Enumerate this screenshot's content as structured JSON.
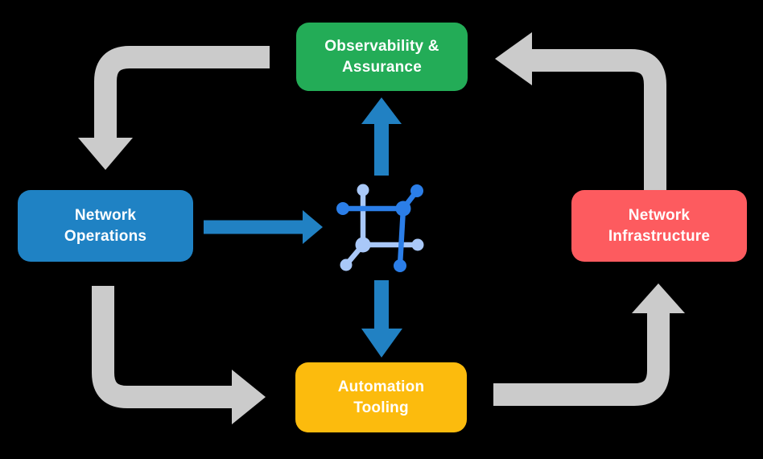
{
  "diagram": {
    "background_color": "#000000",
    "nodes": [
      {
        "id": "observability-assurance",
        "label": "Observability &\nAssurance",
        "color": "#23AC57"
      },
      {
        "id": "network-operations",
        "label": "Network\nOperations",
        "color": "#1F82C4"
      },
      {
        "id": "network-infrastructure",
        "label": "Network\nInfrastructure",
        "color": "#FD5B5F"
      },
      {
        "id": "automation-tooling",
        "label": "Automation\nTooling",
        "color": "#FCBB0D"
      }
    ],
    "center_icon": {
      "name": "network-nodes-icon",
      "dark_blue": "#2B7EE8",
      "light_blue": "#A9C8F8"
    },
    "arrows": [
      {
        "from": "observability-assurance",
        "to": "network-operations",
        "color": "#CBCBCB"
      },
      {
        "from": "network-operations",
        "to": "automation-tooling",
        "color": "#CBCBCB"
      },
      {
        "from": "automation-tooling",
        "to": "network-infrastructure",
        "color": "#CBCBCB"
      },
      {
        "from": "network-infrastructure",
        "to": "observability-assurance",
        "color": "#CBCBCB"
      },
      {
        "from": "network-operations",
        "to": "center-icon",
        "color": "#2181C3"
      },
      {
        "from": "center-icon",
        "to": "observability-assurance",
        "color": "#2181C3"
      },
      {
        "from": "center-icon",
        "to": "automation-tooling",
        "color": "#2181C3"
      }
    ]
  }
}
